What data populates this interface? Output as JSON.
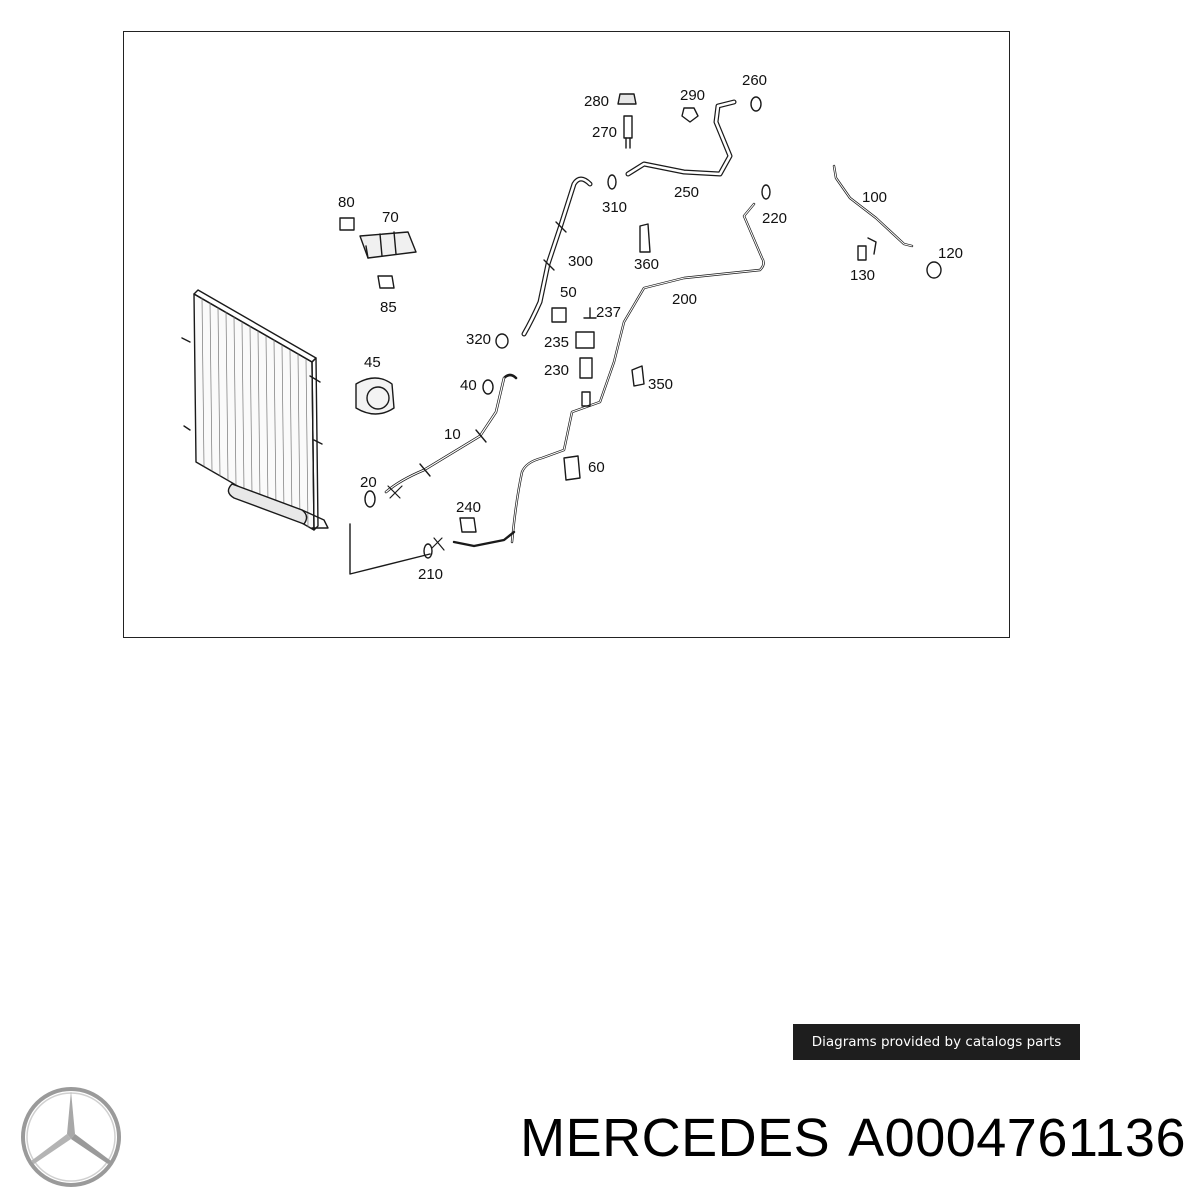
{
  "diagram": {
    "callouts": [
      "10",
      "20",
      "40",
      "45",
      "50",
      "60",
      "70",
      "80",
      "85",
      "100",
      "120",
      "130",
      "200",
      "210",
      "220",
      "230",
      "235",
      "237",
      "240",
      "250",
      "260",
      "270",
      "280",
      "290",
      "300",
      "310",
      "320",
      "350",
      "360"
    ]
  },
  "credit": "Diagrams provided by catalogs parts",
  "brand": "MERCEDES",
  "part_number": "A0004761136",
  "colors": {
    "line": "#1a1a1a",
    "badge_bg": "#1e1e1e",
    "badge_text": "#ffffff"
  },
  "logo_icon": "mercedes-star-icon"
}
